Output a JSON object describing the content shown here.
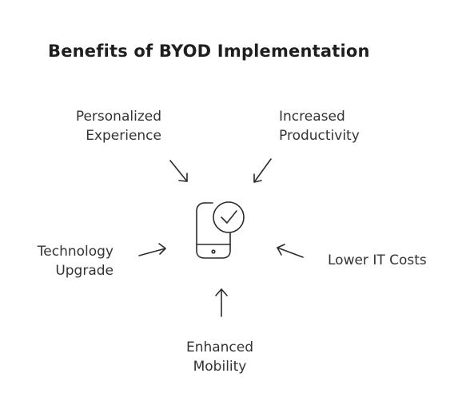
{
  "title": "Benefits of BYOD Implementation",
  "benefits": {
    "personalized": {
      "line1": "Personalized",
      "line2": "Experience"
    },
    "productivity": {
      "line1": "Increased",
      "line2": "Productivity"
    },
    "technology": {
      "line1": "Technology",
      "line2": "Upgrade"
    },
    "lower_it": {
      "line1": "Lower IT Costs"
    },
    "mobility": {
      "line1": "Enhanced",
      "line2": "Mobility"
    }
  },
  "icons": {
    "center": "smartphone-check-icon"
  },
  "colors": {
    "stroke": "#2b2b2b",
    "text": "#333333",
    "background": "#ffffff"
  }
}
